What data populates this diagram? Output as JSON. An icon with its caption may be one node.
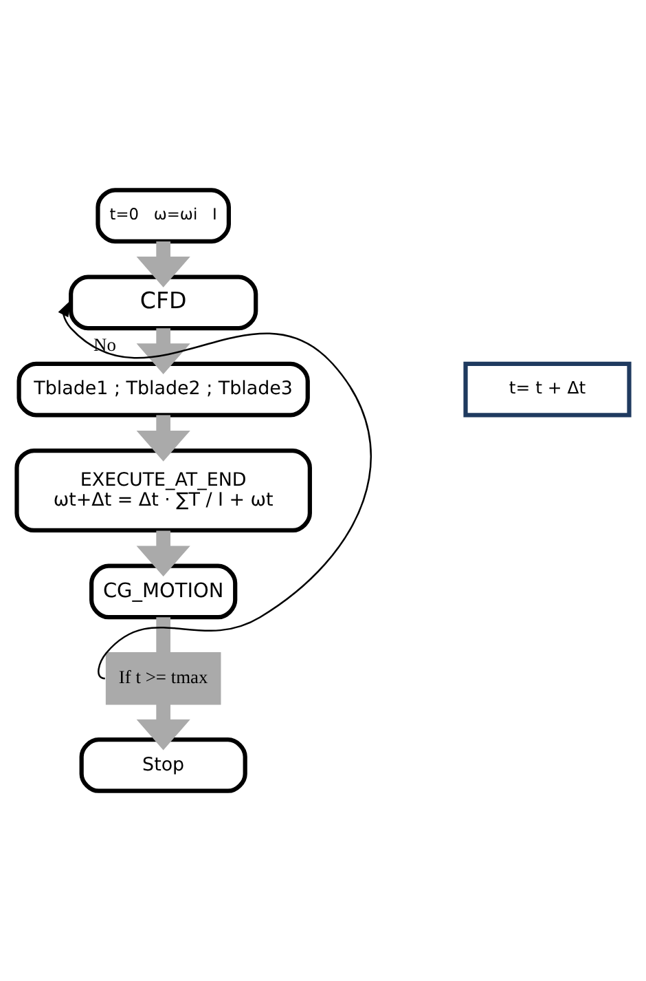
{
  "diagram": {
    "nodes": [
      {
        "text": [
          "t=0   ω=ωi   I"
        ]
      },
      {
        "text": [
          "CFD"
        ]
      },
      {
        "text": [
          "Tblade1 ; Tblade2 ; Tblade3"
        ]
      },
      {
        "text": [
          "t= t + Δt"
        ]
      },
      {
        "text": [
          "EXECUTE_AT_END",
          "ωt+Δt = Δt · ∑T / I + ωt"
        ]
      },
      {
        "text": [
          "CG_MOTION"
        ]
      },
      {
        "text": [
          "If t >= tmax"
        ]
      },
      {
        "text": [
          "Stop"
        ]
      }
    ],
    "edges": [
      {
        "from": 0,
        "to": 1,
        "arrow": "to"
      },
      {
        "from": 1,
        "to": 2,
        "arrow": "to"
      },
      {
        "from": 2,
        "to": 4,
        "arrow": "to"
      },
      {
        "from": 4,
        "to": 5,
        "arrow": "to"
      },
      {
        "from": 5,
        "to": 6,
        "arrow": "none"
      },
      {
        "from": 6,
        "to": 7,
        "arrow": "to"
      },
      {
        "from": 6,
        "to": 1,
        "arrow": "to",
        "label": "No",
        "color": "#000000"
      }
    ]
  }
}
